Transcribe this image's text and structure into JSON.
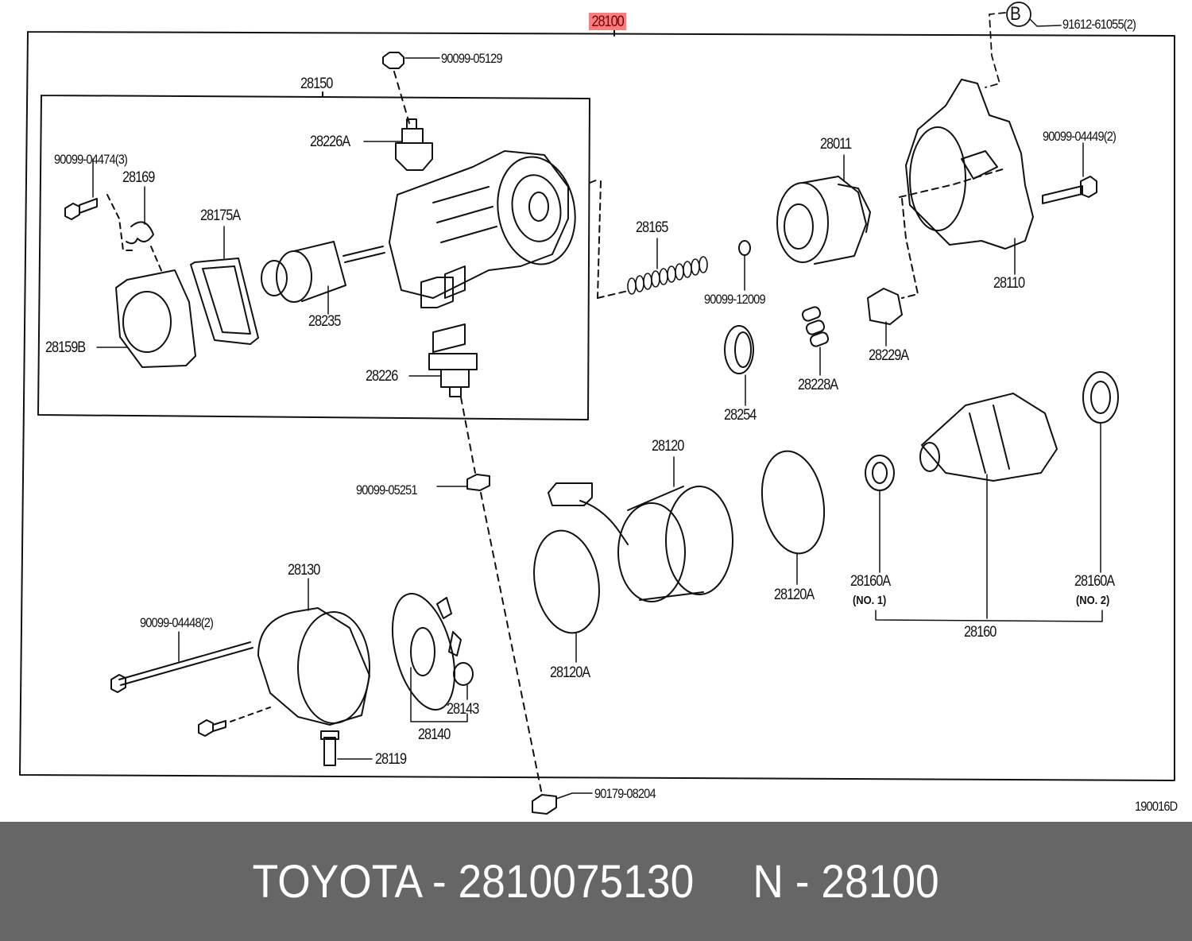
{
  "diagram": {
    "assembly_label": "28100",
    "assembly_highlight_color": "#f47f7f",
    "ref_code": "190016D",
    "callout_circle": "B",
    "parts": {
      "p91612": "91612-61055(2)",
      "p90099_05129": "90099-05129",
      "p28150": "28150",
      "p28226A": "28226A",
      "p90099_04474": "90099-04474(3)",
      "p28169": "28169",
      "p28175A": "28175A",
      "p28235": "28235",
      "p28159B": "28159B",
      "p28226": "28226",
      "p28165": "28165",
      "p90099_12009": "90099-12009",
      "p28011": "28011",
      "p90099_04449": "90099-04449(2)",
      "p28110": "28110",
      "p28229A": "28229A",
      "p28228A": "28228A",
      "p28254": "28254",
      "p90099_05251": "90099-05251",
      "p28120": "28120",
      "p28120A_right": "28120A",
      "p28120A_left": "28120A",
      "p28160A_1": "28160A",
      "p28160A_1_note": "(NO. 1)",
      "p28160A_2": "28160A",
      "p28160A_2_note": "(NO. 2)",
      "p28160": "28160",
      "p28130": "28130",
      "p90099_04448": "90099-04448(2)",
      "p28143": "28143",
      "p28140": "28140",
      "p28119": "28119",
      "p90179_08204": "90179-08204"
    }
  },
  "footer": {
    "text": "TOYOTA - 2810075130     N - 28100",
    "background": "#666666",
    "text_color": "#ffffff"
  }
}
